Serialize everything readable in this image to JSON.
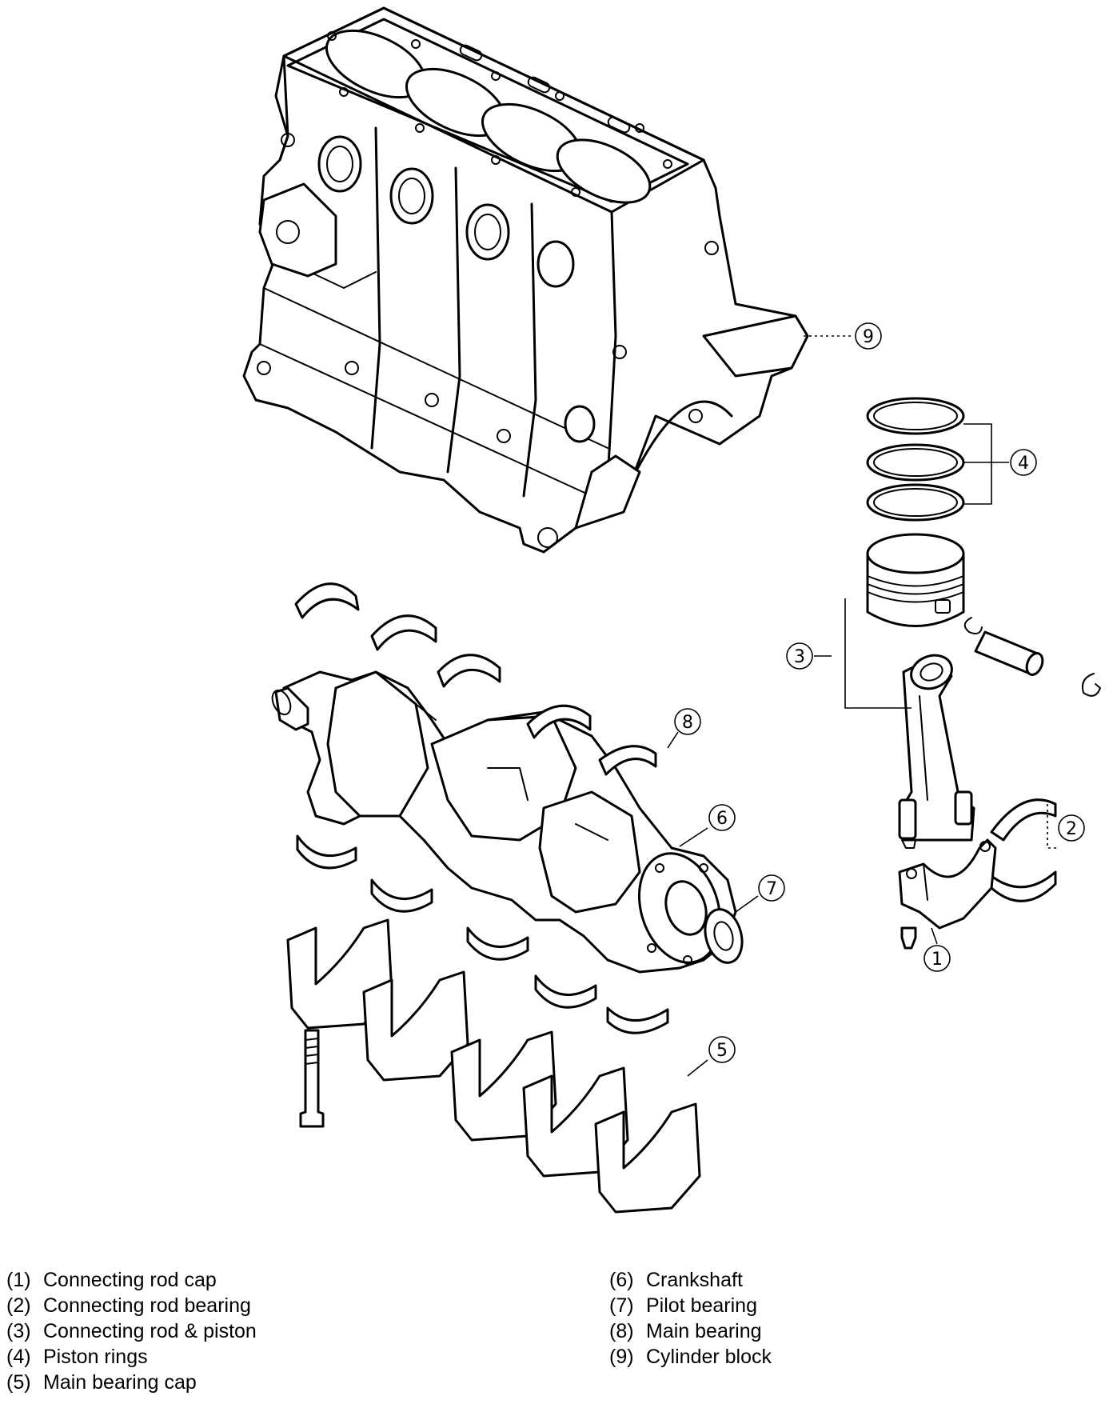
{
  "legend": {
    "left": [
      {
        "num": "(1)",
        "name": "Connecting rod cap"
      },
      {
        "num": "(2)",
        "name": "Connecting rod bearing"
      },
      {
        "num": "(3)",
        "name": "Connecting rod & piston"
      },
      {
        "num": "(4)",
        "name": "Piston rings"
      },
      {
        "num": "(5)",
        "name": "Main bearing cap"
      }
    ],
    "right": [
      {
        "num": "(6)",
        "name": "Crankshaft"
      },
      {
        "num": "(7)",
        "name": "Pilot bearing"
      },
      {
        "num": "(8)",
        "name": "Main bearing"
      },
      {
        "num": "(9)",
        "name": "Cylinder block"
      }
    ]
  },
  "callouts": {
    "c1": "1",
    "c2": "2",
    "c3": "3",
    "c4": "4",
    "c5": "5",
    "c6": "6",
    "c7": "7",
    "c8": "8",
    "c9": "9"
  }
}
